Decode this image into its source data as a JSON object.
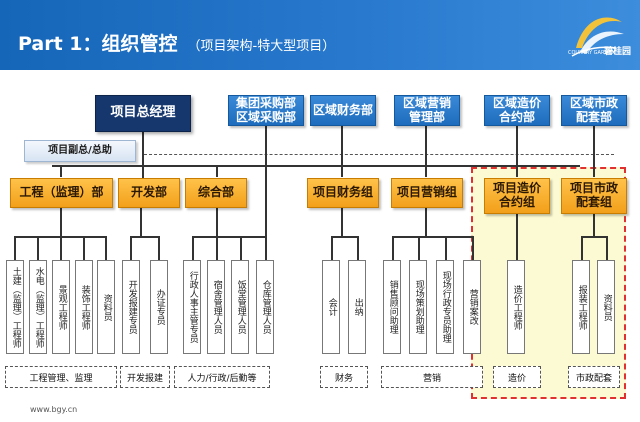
{
  "header": {
    "title": "Part 1：组织管控",
    "subtitle": "（项目架构-特大型项目）",
    "logo_text": "碧桂园",
    "logo_en": "COUNTRY GARDEN",
    "colors": {
      "bar": "#1565b8",
      "navy": "#15376e",
      "blue": "#1e6cbd",
      "orange": "#f2a01a",
      "highlight_border": "#e03030",
      "highlight_fill": "#fcfad2"
    }
  },
  "top": {
    "pm": "项目总经理",
    "group_purchase": "集团采购部 区域采购部",
    "region_finance": "区域财务部",
    "region_marketing": "区域营销 管理部",
    "region_cost": "区域造价 合约部",
    "region_municipal": "区域市政 配套部"
  },
  "assistant": "项目副总/总助",
  "departments": {
    "engineering": "工程（监理）部",
    "development": "开发部",
    "general": "综合部",
    "finance": "项目财务组",
    "marketing": "项目营销组",
    "cost": "项目造价 合约组",
    "municipal": "项目市政 配套组"
  },
  "staff": [
    "土建（监理）工程师",
    "水电（监理）工程师",
    "景观工程师",
    "装饰工程师",
    "资料员",
    "开发报建专员",
    "办证专员",
    "行政人事主管专员",
    "宿舍管理人员",
    "饭堂管理人员",
    "仓库管理人员",
    "会计",
    "出纳",
    "销售顾问助理",
    "现场策划助理",
    "现场行政专员助理",
    "营销案改",
    "造价工程师",
    "报装工程师",
    "资料员"
  ],
  "groups": {
    "g1": "工程管理、监理",
    "g2": "开发报建",
    "g3": "人力/行政/后勤等",
    "g4": "财务",
    "g5": "营销",
    "g6": "造价",
    "g7": "市政配套"
  },
  "footer": "www.bgy.cn"
}
